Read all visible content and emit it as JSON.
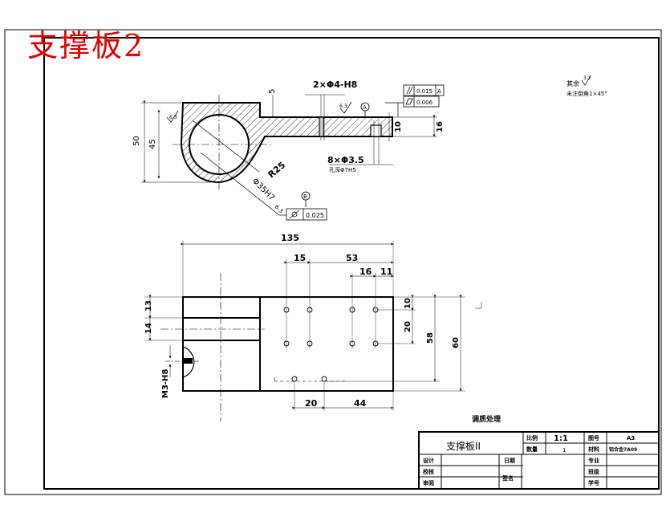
{
  "watermark_title": "支撑板2",
  "top_view": {
    "dim_hole_spec": "2×Φ4-H8",
    "dim_5": "5",
    "dim_50": "50",
    "dim_45": "45",
    "dim_16": "16",
    "dim_10": "10",
    "dim_radius": "R25",
    "dim_bore": "Φ35H7",
    "dim_hole_pattern": "8×Φ3.5",
    "dim_counterbore": "孔深Φ7H5",
    "dim_bore_surface": "6.3",
    "dim_datum_a": "A",
    "dim_datum_b": "B",
    "roughness_6_3": "6.3",
    "gdt_parallel_value": "0.015",
    "gdt_parallel_datum": "A",
    "gdt_flatness_value": "0.006",
    "gdt_bore_value": "0.025"
  },
  "notes": {
    "rest_surface": "其余",
    "rest_value": "3.2",
    "chamfer_note": "未注倒角1×45°",
    "heat_treatment": "调质处理"
  },
  "front_view": {
    "dim_135": "135",
    "dim_15": "15",
    "dim_53": "53",
    "dim_16": "16",
    "dim_11": "11",
    "dim_13": "13",
    "dim_14": "14",
    "dim_10": "10",
    "dim_20": "20",
    "dim_58": "58",
    "dim_60": "60",
    "dim_thread": "M3-H8",
    "dim_20_bottom": "20",
    "dim_44": "44"
  },
  "title_block": {
    "part_name": "支撑板II",
    "scale_label": "比例",
    "scale_value": "1:1",
    "qty_label": "数量",
    "qty_value": "1",
    "drawing_no_label": "图号",
    "drawing_no_value": "A3",
    "material_label": "材料",
    "material_value": "铝合金7A09",
    "designer_label": "设计",
    "checker_label": "校核",
    "reviewer_label": "审阅",
    "date_label": "日期",
    "signature_label": "签名",
    "major_label": "专业",
    "class_label": "班级",
    "student_no_label": "学号"
  }
}
